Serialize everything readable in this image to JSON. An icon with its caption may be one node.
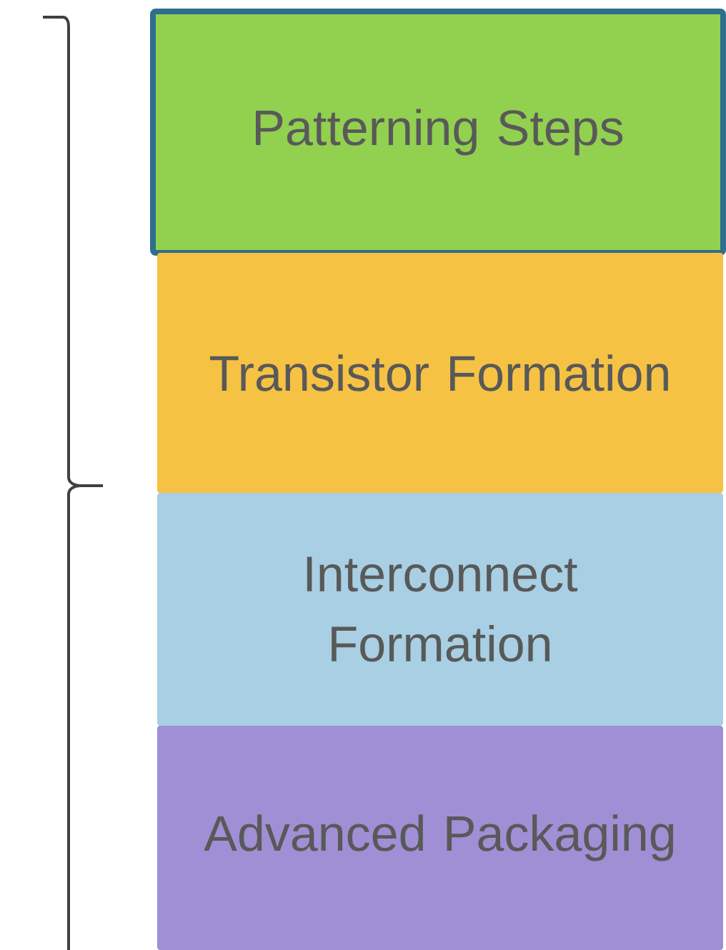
{
  "diagram": {
    "nodes": [
      {
        "text": [
          "Patterning Steps"
        ]
      },
      {
        "text": [
          "Transistor Formation"
        ]
      },
      {
        "text": [
          "Interconnect Formation"
        ]
      },
      {
        "text": [
          "Advanced Packaging"
        ]
      }
    ]
  }
}
